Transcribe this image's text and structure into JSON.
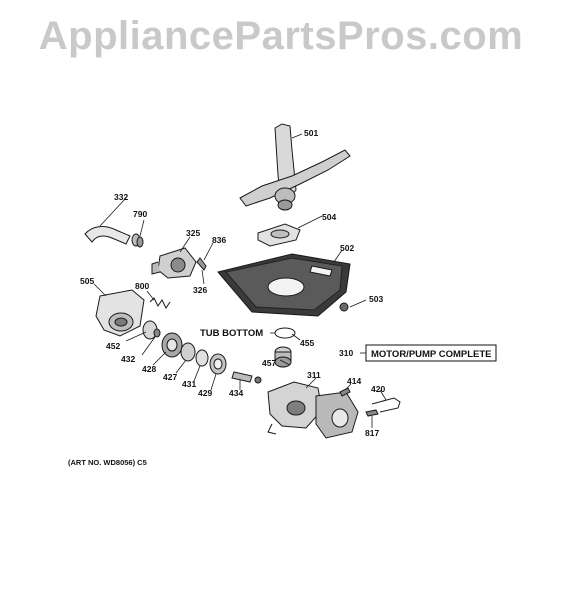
{
  "watermark": "AppliancePartsPros.com",
  "parts": {
    "p501": "501",
    "p332": "332",
    "p790": "790",
    "p504": "504",
    "p325": "325",
    "p836": "836",
    "p502": "502",
    "p505": "505",
    "p800": "800",
    "p326": "326",
    "p503": "503",
    "p452": "452",
    "p432": "432",
    "p455": "455",
    "p310": "310",
    "p428": "428",
    "p427": "427",
    "p431": "431",
    "p429": "429",
    "p457": "457",
    "p434": "434",
    "p311": "311",
    "p414": "414",
    "p420": "420",
    "p817": "817"
  },
  "callouts": {
    "tub_bottom": "TUB BOTTOM",
    "motor_pump": "MOTOR/PUMP COMPLETE"
  },
  "art_number": "(ART NO. WD8056) C5"
}
